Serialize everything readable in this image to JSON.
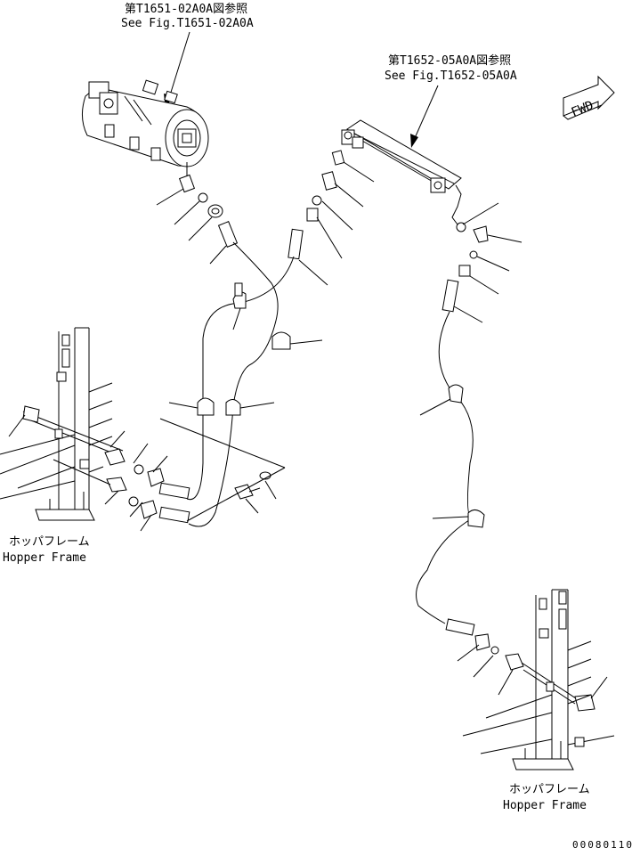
{
  "references": {
    "top_left": {
      "line1": "第T1651-02A0A図参照",
      "line2": "See Fig.T1651-02A0A"
    },
    "top_right": {
      "line1": "第T1652-05A0A図参照",
      "line2": "See Fig.T1652-05A0A"
    }
  },
  "fwd_label": "FWD",
  "frames": {
    "left": {
      "jp": "ホッパフレーム",
      "en": "Hopper Frame"
    },
    "right": {
      "jp": "ホッパフレーム",
      "en": "Hopper Frame"
    }
  },
  "drawing_number": "00080110"
}
